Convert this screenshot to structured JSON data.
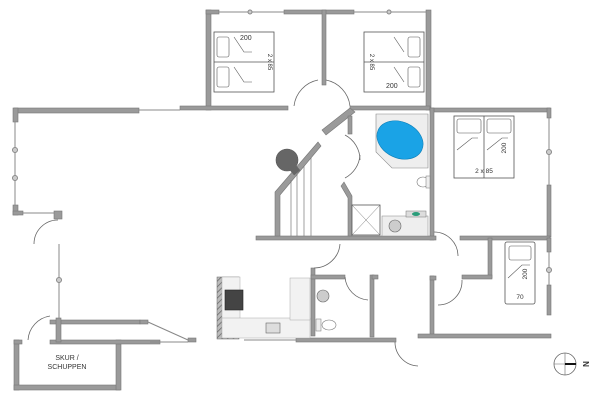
{
  "diagram": {
    "type": "floor-plan",
    "colors": {
      "wall": "#9a9a9a",
      "wall_stroke": "#777777",
      "window": "#888888",
      "bath_water": "#1aa3e6",
      "stove": "#444444",
      "fireplace": "#666666",
      "fixture_fill": "#eeeeee"
    },
    "rooms": [
      {
        "id": "bedroom-1",
        "bed_length": "200",
        "bed_width": "2 x 85"
      },
      {
        "id": "bedroom-2",
        "bed_length": "200",
        "bed_width": "2 x 85"
      },
      {
        "id": "bedroom-3",
        "bed_length": "200",
        "bed_width": "2 x 85"
      },
      {
        "id": "bedroom-4",
        "bed_length": "200",
        "bed_width": "70"
      },
      {
        "id": "shed",
        "label_line1": "SKUR /",
        "label_line2": "SCHUPPEN"
      }
    ],
    "compass": {
      "label": "N"
    }
  }
}
